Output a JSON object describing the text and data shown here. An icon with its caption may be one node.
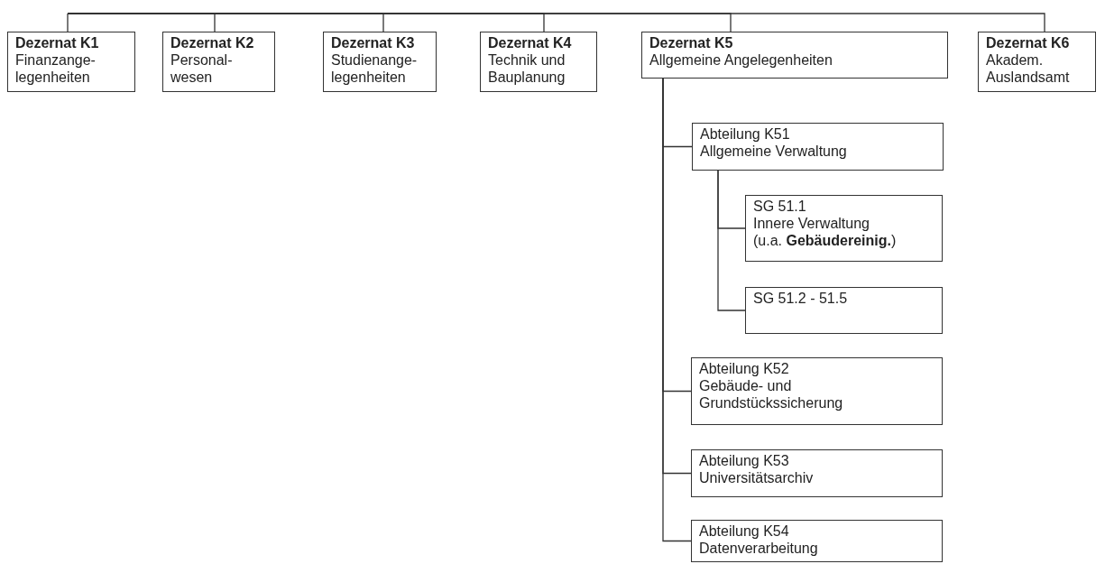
{
  "diagram": {
    "nodes": [
      {
        "text": [
          "Dezernat K1",
          "Finanzange- legenheiten"
        ]
      },
      {
        "text": [
          "Dezernat K2",
          "Personal- wesen"
        ]
      },
      {
        "text": [
          "Dezernat K3",
          "Studienange- legenheiten"
        ]
      },
      {
        "text": [
          "Dezernat K4",
          "Technik und Bauplanung"
        ]
      },
      {
        "text": [
          "Dezernat K5",
          "Allgemeine Angelegenheiten"
        ]
      },
      {
        "text": [
          "Dezernat K6",
          "Akadem. Auslandsamt"
        ]
      },
      {
        "text": [
          "Abteilung K51",
          "Allgemeine Verwaltung"
        ]
      },
      {
        "text": [
          "SG 51.1",
          "Innere Verwaltung",
          "(u.a. **Gebäudereinig.**)"
        ]
      },
      {
        "text": [
          "SG 51.2 - 51.5"
        ]
      },
      {
        "text": [
          "Abteilung K52",
          "Gebäude- und Grundstückssicherung"
        ]
      },
      {
        "text": [
          "Abteilung K53",
          "Universitätsarchiv"
        ]
      },
      {
        "text": [
          "Abteilung K54",
          "Datenverarbeitung"
        ]
      }
    ],
    "edges": [
      {
        "from": null,
        "to": 0,
        "arrow": "none"
      },
      {
        "from": null,
        "to": 1,
        "arrow": "none"
      },
      {
        "from": null,
        "to": 2,
        "arrow": "none"
      },
      {
        "from": null,
        "to": 3,
        "arrow": "none"
      },
      {
        "from": null,
        "to": 4,
        "arrow": "none"
      },
      {
        "from": null,
        "to": 5,
        "arrow": "none"
      },
      {
        "from": 4,
        "to": 6,
        "arrow": "none"
      },
      {
        "from": 6,
        "to": 7,
        "arrow": "none"
      },
      {
        "from": 6,
        "to": 8,
        "arrow": "none"
      },
      {
        "from": 4,
        "to": 9,
        "arrow": "none"
      },
      {
        "from": 4,
        "to": 10,
        "arrow": "none"
      },
      {
        "from": 4,
        "to": 11,
        "arrow": "none"
      }
    ]
  }
}
